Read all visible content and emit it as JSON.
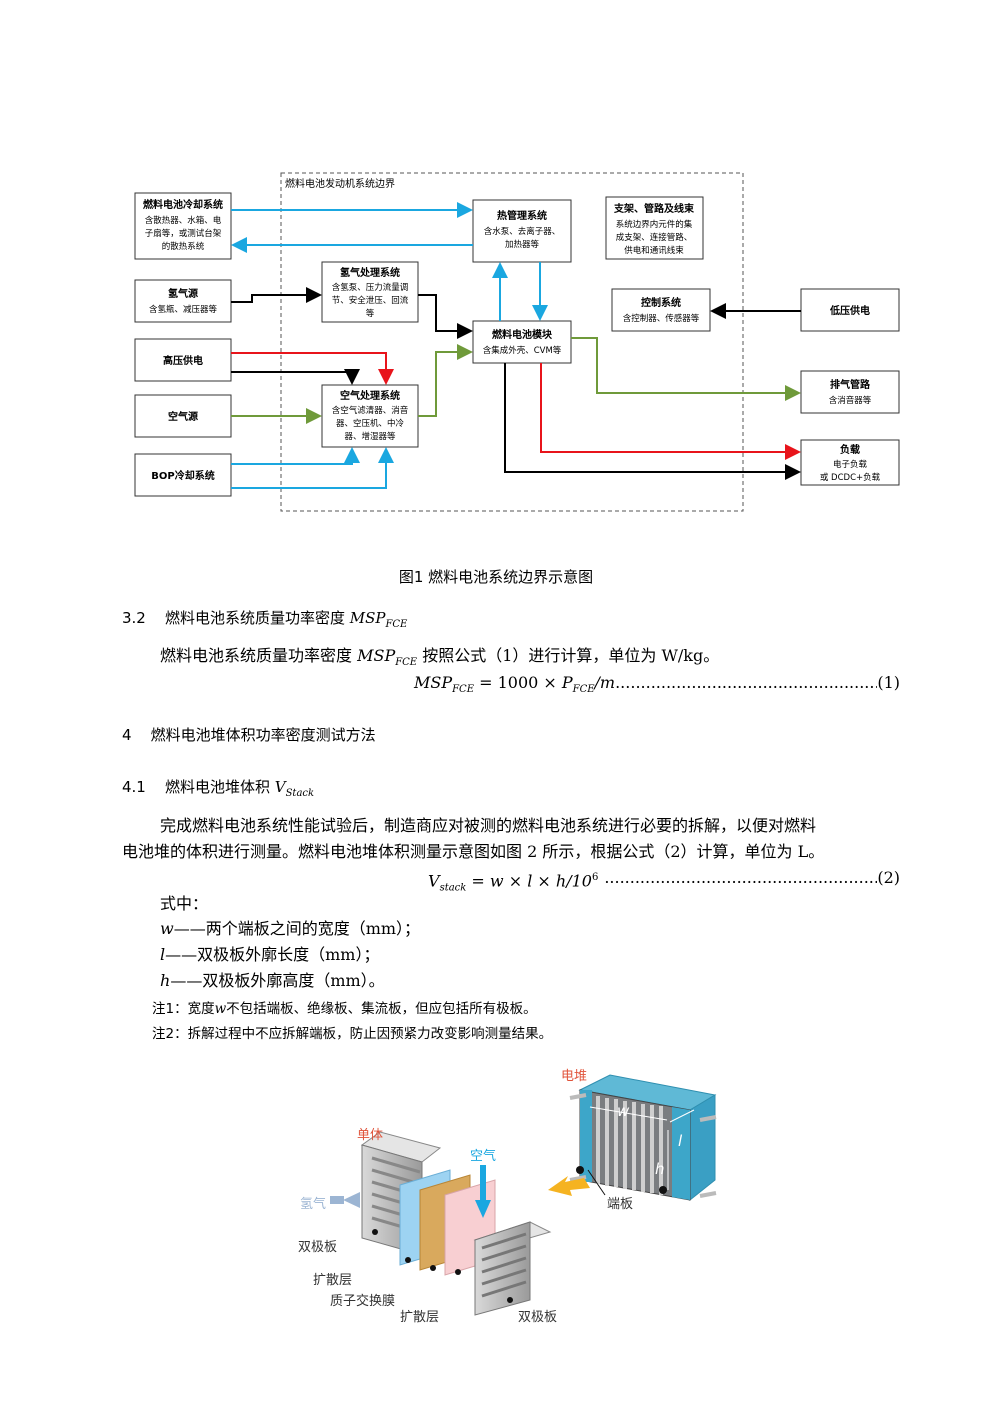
{
  "diagram1": {
    "boundary_label": "燃料电池发动机系统边界",
    "blocks": {
      "cooling": {
        "title": "燃料电池冷却系统",
        "desc": [
          "含散热器、水箱、电",
          "子扇等，或测试台架",
          "的散热系统"
        ]
      },
      "thermal": {
        "title": "热管理系统",
        "desc": [
          "含水泵、去离子器、",
          "加热器等"
        ]
      },
      "support": {
        "title": "支架、管路及线束",
        "desc": [
          "系统边界内元件的集",
          "成支架、连接管路、",
          "供电和通讯线束"
        ]
      },
      "h2source": {
        "title": "氢气源",
        "desc": [
          "含氢瓶、减压器等"
        ]
      },
      "h2proc": {
        "title": "氢气处理系统",
        "desc": [
          "含氢泵、压力流量调",
          "节、安全泄压、回流",
          "等"
        ]
      },
      "control": {
        "title": "控制系统",
        "desc": [
          "含控制器、传感器等"
        ]
      },
      "lvpower": {
        "title": "低压供电",
        "desc": []
      },
      "fcmodule": {
        "title": "燃料电池模块",
        "desc": [
          "含集成外壳、CVM等"
        ]
      },
      "hvpower": {
        "title": "高压供电",
        "desc": []
      },
      "exhaust": {
        "title": "排气管路",
        "desc": [
          "含消音器等"
        ]
      },
      "airsource": {
        "title": "空气源",
        "desc": []
      },
      "airproc": {
        "title": "空气处理系统",
        "desc": [
          "含空气滤清器、消音",
          "器、空压机、中冷",
          "器、增湿器等"
        ]
      },
      "load": {
        "title": "负载",
        "desc": [
          "电子负载",
          "或 DCDC+负载"
        ]
      },
      "bopcool": {
        "title": "BOP冷却系统",
        "desc": []
      }
    },
    "colors": {
      "coolant": "#1aa7e0",
      "power_hv": "#e8141b",
      "air": "#6f9a3a",
      "signal": "#000000"
    }
  },
  "figure1_caption": "图1  燃料电池系统边界示意图",
  "section_3_2": {
    "number": "3.2",
    "title": "燃料电池系统质量功率密度",
    "symbol": "MSP",
    "symbol_sub": "FCE",
    "para_pre": "燃料电池系统质量功率密度",
    "para_post": "按照公式（1）进行计算，单位为 W/kg。",
    "formula_lhs": "MSP",
    "formula_lhs_sub": "FCE",
    "formula_rhs_pre": " = 1000 × ",
    "formula_p": "P",
    "formula_p_sub": "FCE",
    "formula_rhs_post": "/m",
    "formula_no": "(1)"
  },
  "section_4": {
    "number": "4",
    "title": "燃料电池堆体积功率密度测试方法"
  },
  "section_4_1": {
    "number": "4.1",
    "title": "燃料电池堆体积",
    "symbol": "V",
    "symbol_sub": "Stack",
    "para_line1": "完成燃料电池系统性能试验后，制造商应对被测的燃料电池系统进行必要的拆解，以便对燃料",
    "para_line2": "电池堆的体积进行测量。燃料电池堆体积测量示意图如图 2 所示，根据公式（2）计算，单位为 L。",
    "formula_lhs": "V",
    "formula_lhs_sub": "stack",
    "formula_rhs": " = w × l × h/10",
    "formula_exp": "6",
    "formula_no": "(2)",
    "where_label": "式中：",
    "defs": [
      {
        "sym": "w",
        "text": "——两个端板之间的宽度（mm）；"
      },
      {
        "sym": "l",
        "text": "——双极板外廓长度（mm）；"
      },
      {
        "sym": "h",
        "text": "——双极板外廓高度（mm）。"
      }
    ],
    "note1_pre": "注1：宽度",
    "note1_sym": "w",
    "note1_post": "不包括端板、绝缘板、集流板，但应包括所有极板。",
    "note2": "注2：拆解过程中不应拆解端板，防止因预紧力改变影响测量结果。"
  },
  "figure2": {
    "label_stack": "电堆",
    "label_cell": "单体",
    "label_air": "空气",
    "label_h2": "氢气",
    "label_w": "w",
    "label_l": "l",
    "label_h": "h",
    "label_endplate": "端板",
    "label_bipolar1": "双极板",
    "label_gdl1": "扩散层",
    "label_pem": "质子交换膜",
    "label_gdl2": "扩散层",
    "label_bipolar2": "双极板"
  }
}
